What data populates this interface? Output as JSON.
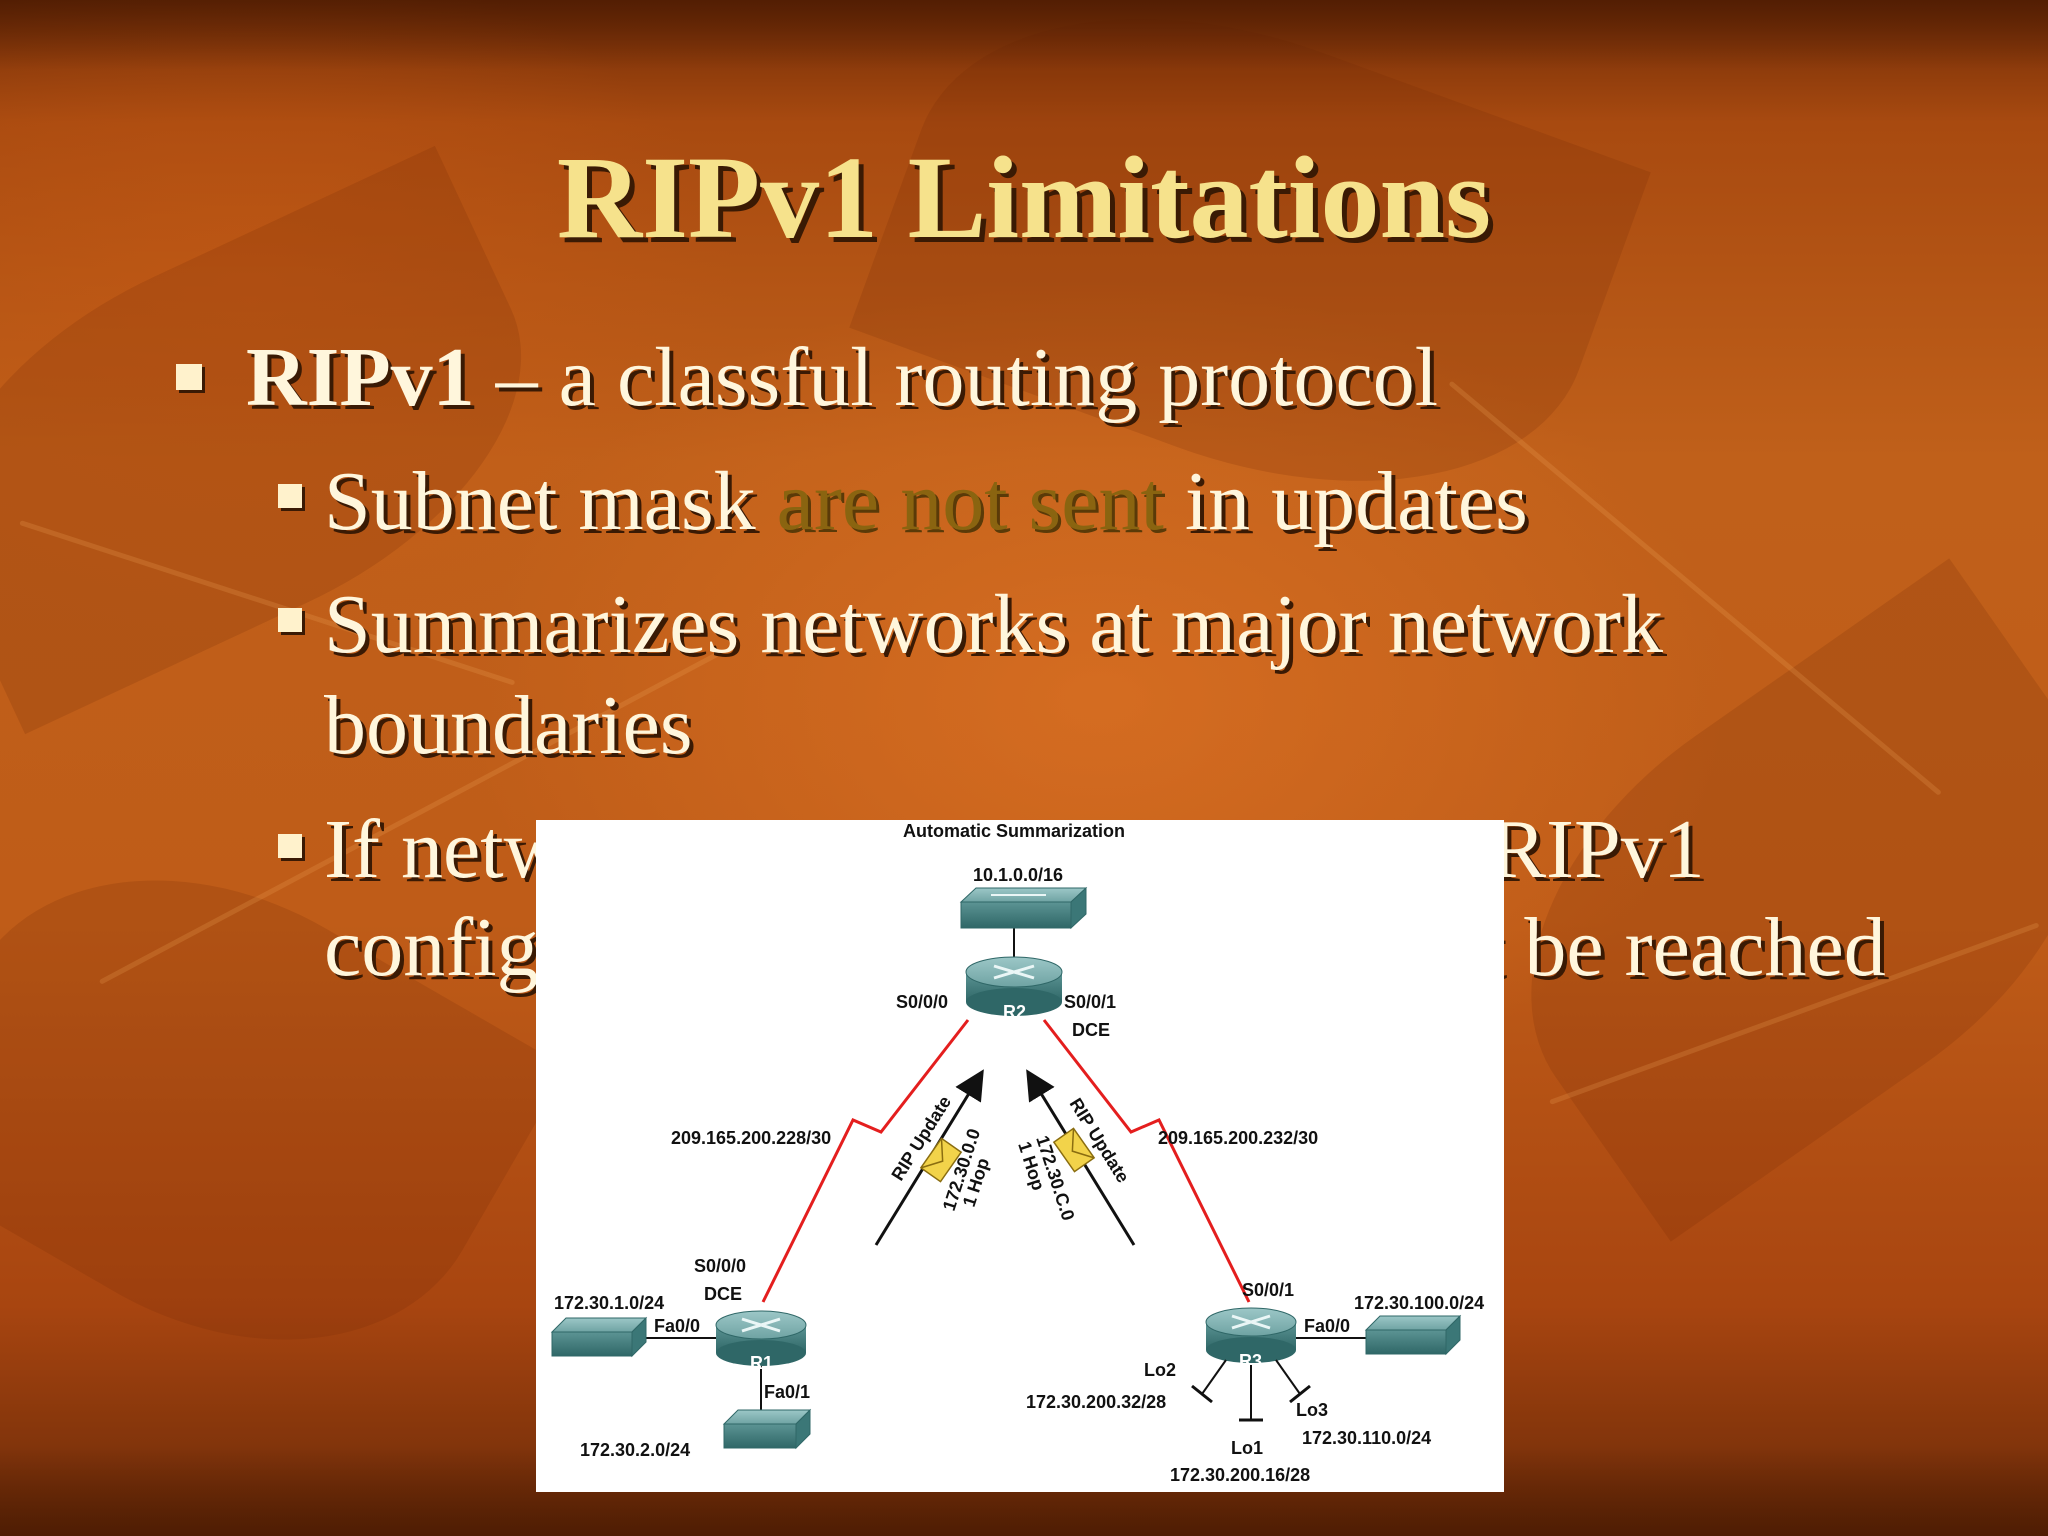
{
  "slide": {
    "title": "RIPv1 Limitations",
    "bullet1": {
      "bold": "RIPv1",
      "text": " – a classful routing protocol"
    },
    "sub1": {
      "pre": "Subnet mask ",
      "highlight": "are not sent",
      "post": " in updates"
    },
    "sub2": {
      "line1": "Summarizes networks at major network",
      "line2": "boundaries"
    },
    "sub3": {
      "start1": "If netw",
      "end1": "RIPv1",
      "start2": "config",
      "end2": "t be reached"
    }
  },
  "diagram": {
    "title": "Automatic Summarization",
    "r2_lan": "10.1.0.0/16",
    "r2_name": "R2",
    "r2_s000": "S0/0/0",
    "r2_s001": "S0/0/1",
    "r2_dce": "DCE",
    "link_left": "209.165.200.228/30",
    "link_right": "209.165.200.232/30",
    "update_label_left": "RIP Update",
    "update_label_right": "RIP Update",
    "update_left_net": "172.30.0.0",
    "update_left_hop": "1 Hop",
    "update_right_net": "172.30.C.0",
    "update_right_hop": "1 Hop",
    "r1_name": "R1",
    "r1_s000": "S0/0/0",
    "r1_dce": "DCE",
    "r1_fa00": "Fa0/0",
    "r1_fa01": "Fa0/1",
    "r1_lan1": "172.30.1.0/24",
    "r1_lan2": "172.30.2.0/24",
    "r3_name": "R3",
    "r3_s001": "S0/0/1",
    "r3_fa00": "Fa0/0",
    "r3_lan": "172.30.100.0/24",
    "r3_lo1": "Lo1",
    "r3_lo2": "Lo2",
    "r3_lo3": "Lo3",
    "r3_lo1_net": "172.30.200.16/28",
    "r3_lo2_net": "172.30.200.32/28",
    "r3_lo3_net": "172.30.110.0/24"
  },
  "colors": {
    "title": "#f6e28c",
    "text": "#fff6dc",
    "highlight": "#8a6410",
    "serial_link": "#e41e1e",
    "device": "#5f9a9a",
    "envelope": "#f2d34a"
  }
}
